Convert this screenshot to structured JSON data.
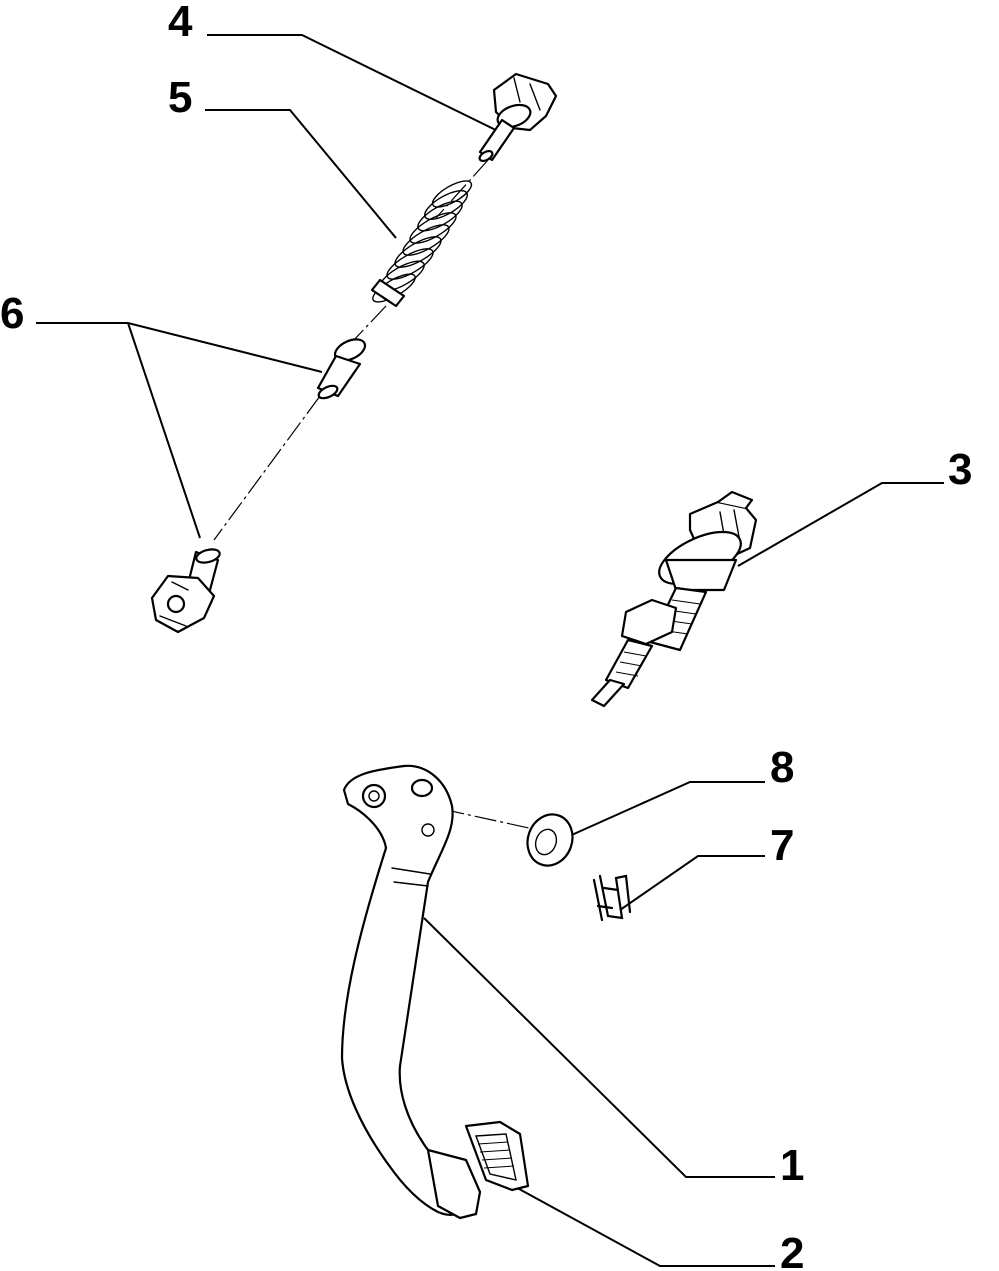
{
  "callouts": {
    "part_1": "1",
    "part_2": "2",
    "part_3": "3",
    "part_4": "4",
    "part_5": "5",
    "part_6": "6",
    "part_7": "7",
    "part_8": "8"
  }
}
